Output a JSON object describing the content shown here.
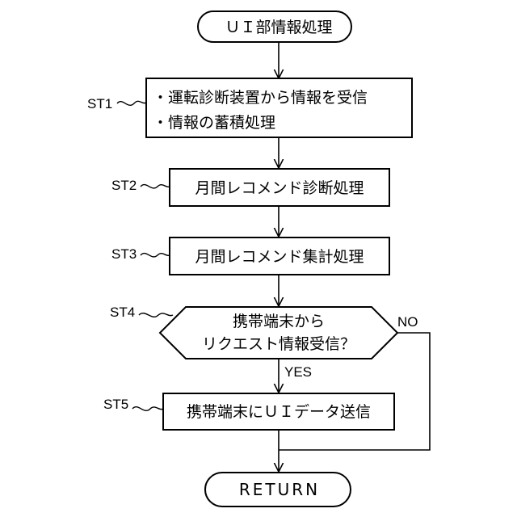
{
  "flowchart": {
    "start": "ＵＩ部情報処理",
    "steps": [
      {
        "id": "ST1",
        "lines": [
          "・運転診断装置から情報を受信",
          "・情報の蓄積処理"
        ]
      },
      {
        "id": "ST2",
        "lines": [
          "月間レコメンド診断処理"
        ]
      },
      {
        "id": "ST3",
        "lines": [
          "月間レコメンド集計処理"
        ]
      },
      {
        "id": "ST4",
        "lines": [
          "携帯端末から",
          "リクエスト情報受信？"
        ],
        "yes": "YES",
        "no": "NO"
      },
      {
        "id": "ST5",
        "lines": [
          "携帯端末にＵＩデータ送信"
        ]
      }
    ],
    "end": "RETURN"
  }
}
